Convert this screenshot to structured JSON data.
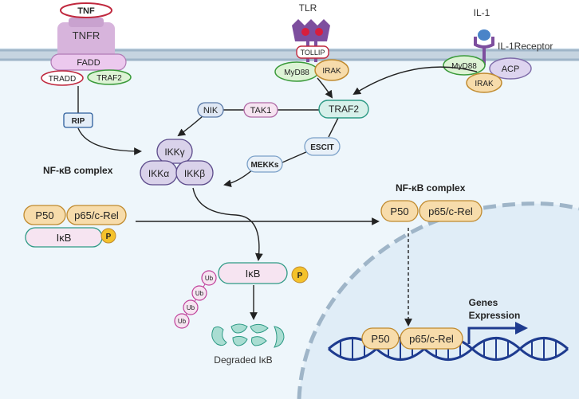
{
  "receptors": {
    "tnf": "TNF",
    "tnfr": "TNFR",
    "fadd": "FADD",
    "tradd": "TRADD",
    "traf2_membrane": "TRAF2",
    "rip": "RIP",
    "tlr": "TLR",
    "tollip": "TOLLIP",
    "myd88_tlr": "MyD88",
    "irak_tlr": "IRAK",
    "il1": "IL-1",
    "il1_receptor": "IL-1Receptor",
    "myd88_il1": "MyD88",
    "acp": "ACP",
    "irak_il1": "IRAK"
  },
  "signaling": {
    "traf2": "TRAF2",
    "tak1": "TAK1",
    "nik": "NIK",
    "escit": "ESCIT",
    "mekks": "MEKKs"
  },
  "ikk": {
    "gamma": "IKKγ",
    "alpha": "IKKα",
    "beta": "IKKβ",
    "label": "NF-κB complex"
  },
  "cytoplasm": {
    "p50": "P50",
    "p65": "p65/c-Rel",
    "ikb": "IκB",
    "phospho": "P"
  },
  "active_complex": {
    "label": "NF-κB complex",
    "p50": "P50",
    "p65": "p65/c-Rel"
  },
  "degradation": {
    "ikb": "IκB",
    "phospho": "P",
    "ub": [
      "Ub",
      "Ub",
      "Ub",
      "Ub"
    ],
    "label": "Degraded IκB"
  },
  "nucleus": {
    "p50": "P50",
    "p65": "p65/c-Rel",
    "genes_line1": "Genes",
    "genes_line2": "Expression"
  },
  "colors": {
    "membrane": "#9fb5c8",
    "cytoplasm": "#eef6fb",
    "nucleus": "#e0edf7",
    "tnfr": "#d7b4dc",
    "receptor_purple": "#7d4e9e",
    "traf2": "#d7f0ea",
    "ikk": "#d9d2ea",
    "p50": "#f7dcab",
    "ikb": "#f6e4f1",
    "phospho": "#f4c22b",
    "myd88": "#ddf3d5",
    "dna": "#1e3b8f"
  }
}
